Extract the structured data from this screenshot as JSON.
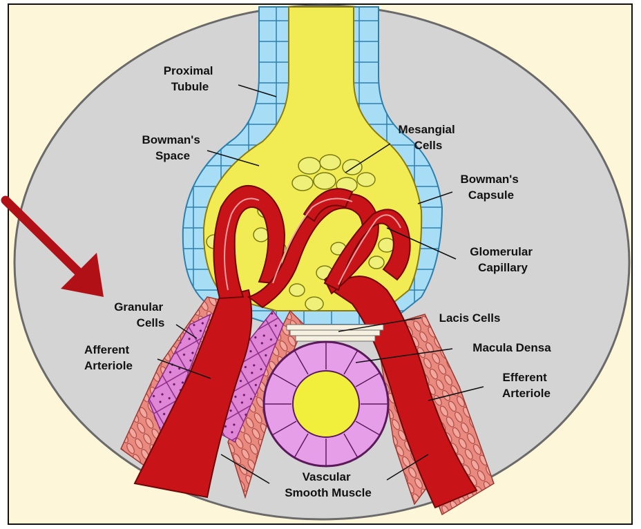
{
  "labels": {
    "proximal_tubule": [
      "Proximal",
      "Tubule"
    ],
    "bowmans_space": [
      "Bowman's",
      "Space"
    ],
    "mesangial_cells": [
      "Mesangial",
      "Cells"
    ],
    "bowmans_capsule": [
      "Bowman's",
      "Capsule"
    ],
    "glomerular_capillary": [
      "Glomerular",
      "Capillary"
    ],
    "granular_cells": [
      "Granular",
      "Cells"
    ],
    "lacis_cells": [
      "Lacis Cells"
    ],
    "macula_densa": [
      "Macula Densa"
    ],
    "afferent_arteriole": [
      "Afferent",
      "Arteriole"
    ],
    "efferent_arteriole": [
      "Efferent",
      "Arteriole"
    ],
    "vascular_smooth_muscle": [
      "Vascular",
      "Smooth Muscle"
    ]
  },
  "colors": {
    "background": "#fdf6d8",
    "oval": "#d4d4d4",
    "capsule_cells": "#a8def5",
    "capsule_cells_edge": "#2a7fb0",
    "urine_space": "#f2ec54",
    "mesangial": "#eef07a",
    "arteriole": "#c81418",
    "arteriole_edge": "#6e0808",
    "smooth_muscle": "#e98a80",
    "granular": "#e086d6",
    "macula": "#e79ee8",
    "lumen": "#f2ee3c",
    "arrow": "#b01016"
  }
}
